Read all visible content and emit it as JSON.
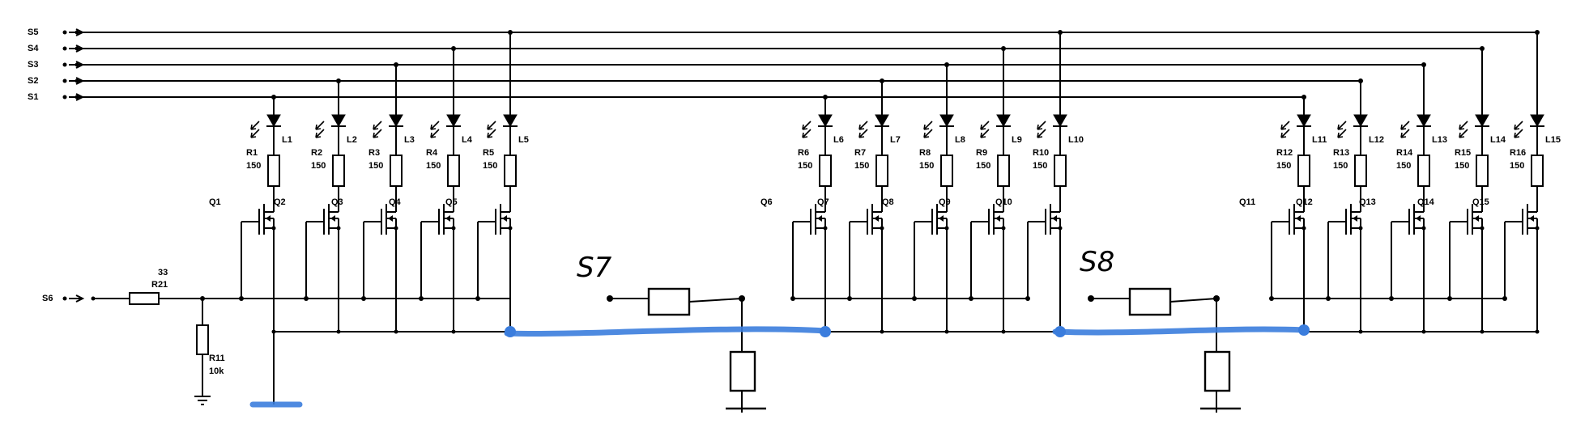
{
  "signals": {
    "s1": "S1",
    "s2": "S2",
    "s3": "S3",
    "s4": "S4",
    "s5": "S5",
    "s6": "S6",
    "s7_handwritten": "S7",
    "s8_handwritten": "S8"
  },
  "input_resistor": {
    "name": "R21",
    "value": "33"
  },
  "pulldown_resistor": {
    "name": "R11",
    "value": "10k"
  },
  "channels": [
    {
      "led": "L1",
      "resistor": "R1",
      "value": "150",
      "fet": "Q1",
      "signal": "S1"
    },
    {
      "led": "L2",
      "resistor": "R2",
      "value": "150",
      "fet": "Q2",
      "signal": "S2"
    },
    {
      "led": "L3",
      "resistor": "R3",
      "value": "150",
      "fet": "Q3",
      "signal": "S3"
    },
    {
      "led": "L4",
      "resistor": "R4",
      "value": "150",
      "fet": "Q4",
      "signal": "S4"
    },
    {
      "led": "L5",
      "resistor": "R5",
      "value": "150",
      "fet": "Q5",
      "signal": "S5"
    },
    {
      "led": "L6",
      "resistor": "R6",
      "value": "150",
      "fet": "Q6",
      "signal": "S1"
    },
    {
      "led": "L7",
      "resistor": "R7",
      "value": "150",
      "fet": "Q7",
      "signal": "S2"
    },
    {
      "led": "L8",
      "resistor": "R8",
      "value": "150",
      "fet": "Q8",
      "signal": "S3"
    },
    {
      "led": "L9",
      "resistor": "R9",
      "value": "150",
      "fet": "Q9",
      "signal": "S4"
    },
    {
      "led": "L10",
      "resistor": "R10",
      "value": "150",
      "fet": "Q10",
      "signal": "S5"
    },
    {
      "led": "L11",
      "resistor": "R12",
      "value": "150",
      "fet": "Q11",
      "signal": "S1"
    },
    {
      "led": "L12",
      "resistor": "R13",
      "value": "150",
      "fet": "Q12",
      "signal": "S2"
    },
    {
      "led": "L13",
      "resistor": "R14",
      "value": "150",
      "fet": "Q13",
      "signal": "S3"
    },
    {
      "led": "L14",
      "resistor": "R15",
      "value": "150",
      "fet": "Q14",
      "signal": "S4"
    },
    {
      "led": "L15",
      "resistor": "R16",
      "value": "150",
      "fet": "Q15",
      "signal": "S5"
    }
  ],
  "colors": {
    "wire": "#000000",
    "highlight": "#3b7ddd"
  }
}
